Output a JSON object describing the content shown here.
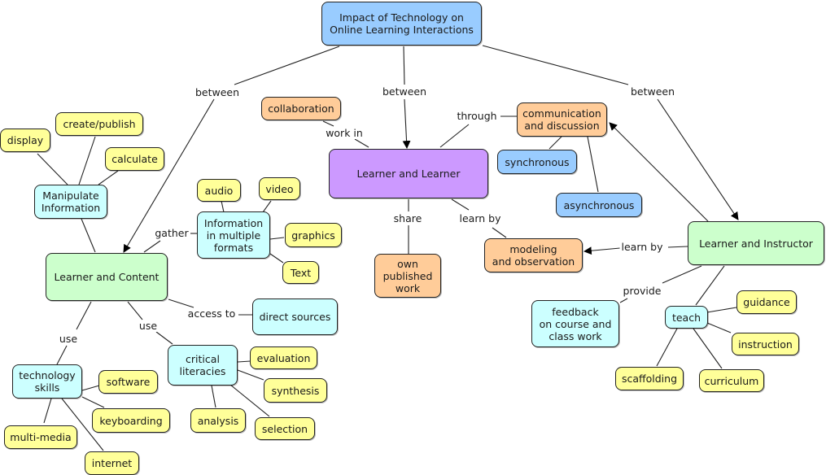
{
  "title": "Impact of Technology on\nOnline Learning Interactions",
  "colors": {
    "root": "#99ccff",
    "category": "#ccffff",
    "leaf": "#ffff99",
    "learner_content": "#ccffcc",
    "learner_learner": "#cc99ff",
    "learner_instructor": "#ccffcc",
    "peer_concept": "#ffcc99",
    "mode": "#99ccff"
  },
  "nodes": {
    "root": "Impact of Technology on\nOnline Learning Interactions",
    "learner_content": "Learner and Content",
    "learner_learner": "Learner and Learner",
    "learner_instructor": "Learner and Instructor",
    "manipulate": "Manipulate\nInformation",
    "display": "display",
    "create_publish": "create/publish",
    "calculate": "calculate",
    "info_formats": "Information\nin multiple\nformats",
    "audio": "audio",
    "video": "video",
    "graphics": "graphics",
    "text": "Text",
    "direct_sources": "direct sources",
    "tech_skills": "technology\nskills",
    "software": "software",
    "keyboarding": "keyboarding",
    "multimedia": "multi-media",
    "internet": "internet",
    "critical": "critical\nliteracies",
    "evaluation": "evaluation",
    "synthesis": "synthesis",
    "analysis": "analysis",
    "selection": "selection",
    "collaboration": "collaboration",
    "communication": "communication\nand discussion",
    "synchronous": "synchronous",
    "asynchronous": "asynchronous",
    "own_work": "own\npublished\nwork",
    "modeling": "modeling\nand observation",
    "feedback": "feedback\non course and\nclass work",
    "teach": "teach",
    "guidance": "guidance",
    "instruction": "instruction",
    "scaffolding": "scaffolding",
    "curriculum": "curriculum"
  },
  "links": {
    "between_left": "between",
    "between_mid": "between",
    "between_right": "between",
    "gather": "gather",
    "access_to": "access to",
    "use_left": "use",
    "use_mid": "use",
    "work_in": "work in",
    "through": "through",
    "share": "share",
    "learn_by_ll": "learn by",
    "learn_by_li": "learn by",
    "provide": "provide"
  }
}
